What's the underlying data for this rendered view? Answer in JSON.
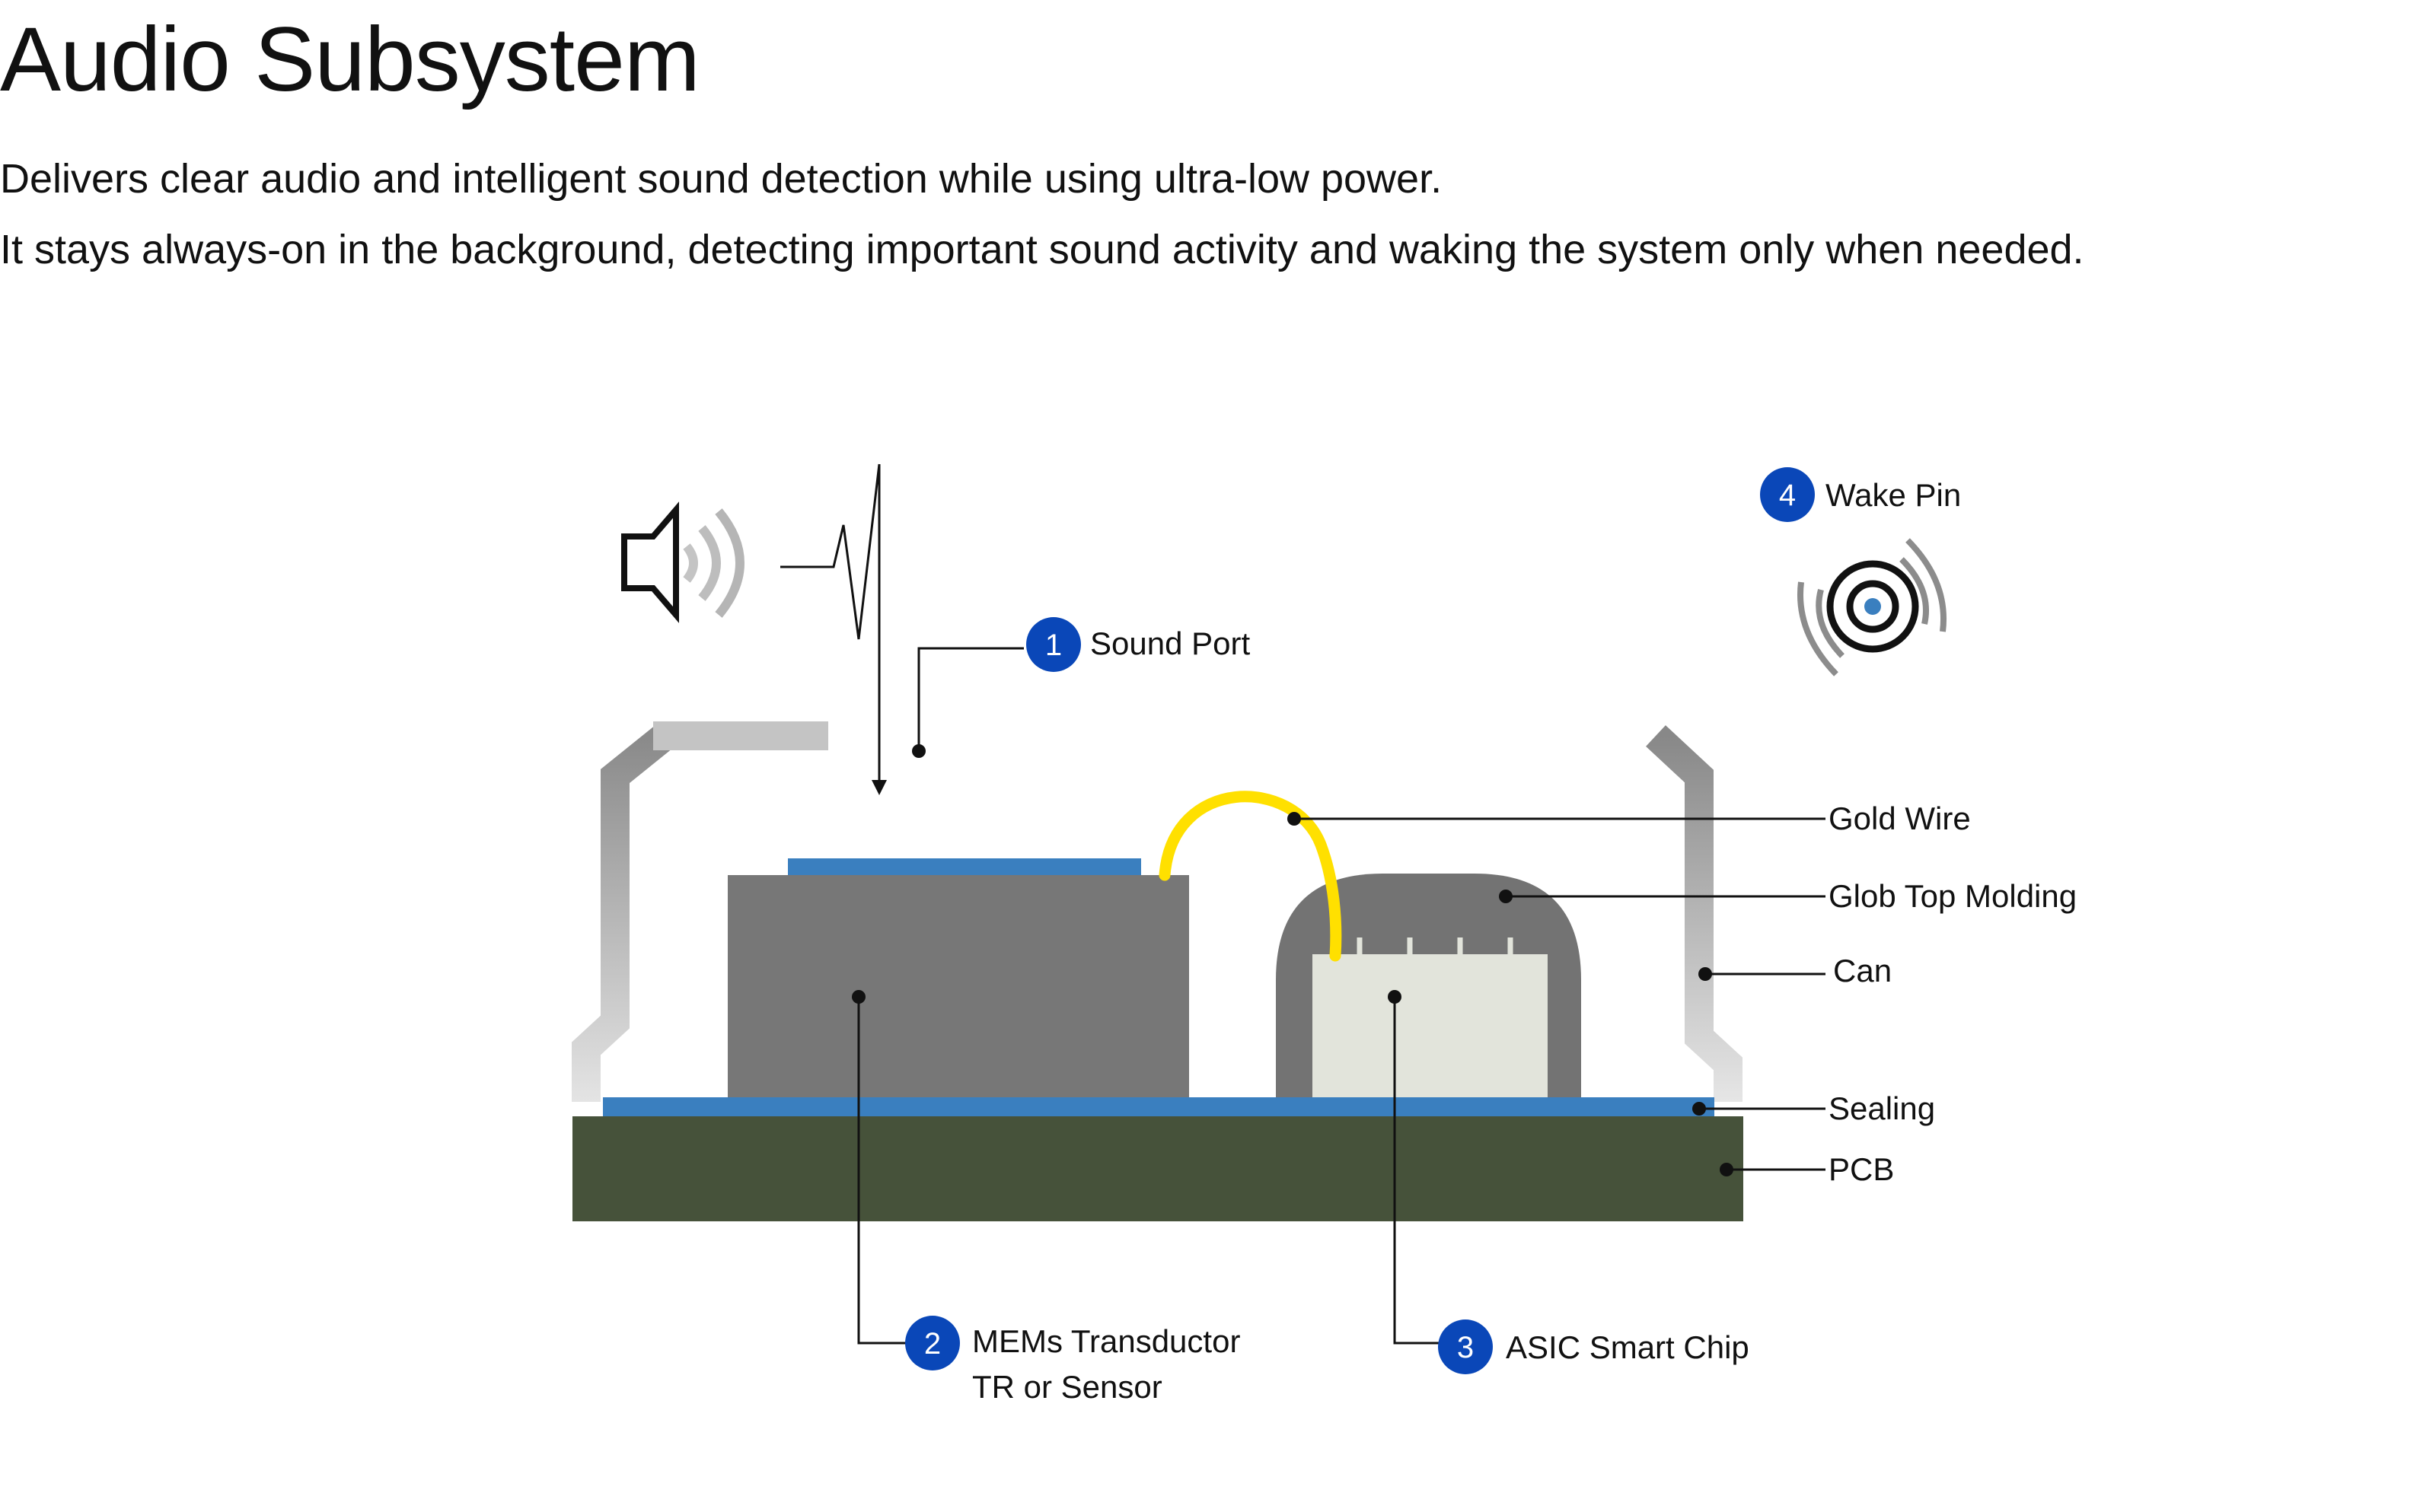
{
  "header": {
    "title": "Audio Subsystem",
    "subtitle_lines": [
      "Delivers clear audio and intelligent sound detection while using ultra-low power.",
      "It stays always-on in the background, detecting important sound activity and waking the system only when needed."
    ]
  },
  "callouts": {
    "sound_port": {
      "number": "1",
      "label": "Sound Port"
    },
    "mems": {
      "number": "2",
      "label_line1": "MEMs Transductor",
      "label_line2": "TR or Sensor"
    },
    "asic": {
      "number": "3",
      "label": "ASIC Smart Chip"
    },
    "wake_pin": {
      "number": "4",
      "label": "Wake Pin"
    }
  },
  "parts": {
    "gold_wire": "Gold Wire",
    "glob_top": "Glob Top Molding",
    "can": "Can",
    "sealing": "Sealing",
    "pcb": "PCB"
  },
  "icons": {
    "speaker": "speaker-icon",
    "wake": "wake-signal-icon"
  },
  "colors": {
    "badge": "#0a47b8",
    "pcb": "#46523a",
    "sealing": "#3a7fbf",
    "gold_wire": "#ffe000",
    "mems_body": "#777777",
    "glob_top": "#737373",
    "asic_chip": "#e2e4db",
    "can": "#a6a6a6"
  }
}
